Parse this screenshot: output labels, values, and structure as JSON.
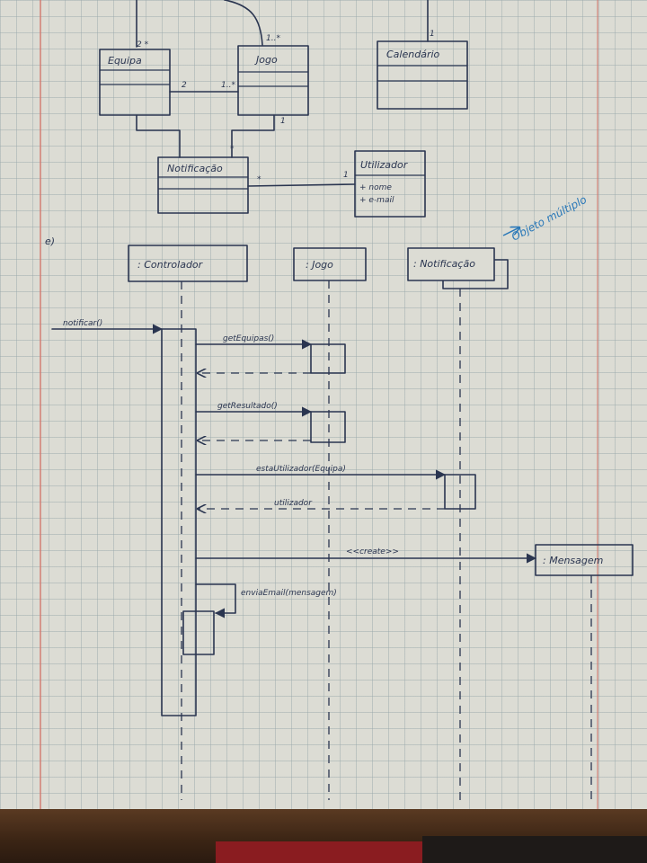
{
  "class_diagram": {
    "classes": {
      "equipa": "Equipa",
      "jogo": "Jogo",
      "calendario": "Calendário",
      "notificacao": "Notificação",
      "utilizador": "Utilizador"
    },
    "utilizador_attributes": [
      "+ nome",
      "+ e-mail"
    ],
    "multiplicities": {
      "equipa_top": "2 *",
      "jogo_top": "1..*",
      "calendario_top": "1",
      "equipa_jogo_left": "2",
      "equipa_jogo_right": "1..*",
      "jogo_notif": "1",
      "notif_jogo": "*",
      "notif_util": "*",
      "util_notif": "1"
    }
  },
  "sequence_diagram": {
    "section_label": "e)",
    "lifelines": {
      "controlador": ": Controlador",
      "jogo": ": Jogo",
      "notificacao": ": Notificação",
      "mensagem": ": Mensagem"
    },
    "multi_object_note": "Objeto múltiplo",
    "messages": {
      "notificar": "notificar()",
      "get_equipas": "getEquipas()",
      "get_resultado": "getResultado()",
      "esta_utilizador": "estaUtilizador(Equipa)",
      "return_utilizador": "utilizador",
      "create": "<<create>>",
      "envia_email": "enviaEmail(mensagem)"
    }
  },
  "colors": {
    "ink": "#2a3550",
    "annotation": "#2a78b8",
    "grid": "#96a5aa",
    "margin": "#d2786e"
  }
}
